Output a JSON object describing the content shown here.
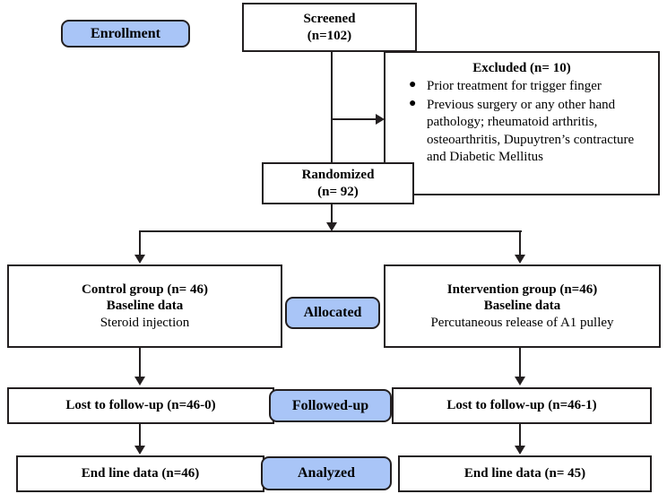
{
  "figure": {
    "type": "consort-flow-diagram",
    "colors": {
      "badge_fill": "#a9c5f7",
      "stroke": "#231f20",
      "box_fill": "#ffffff"
    }
  },
  "stages": {
    "enrollment": "Enrollment",
    "allocated": "Allocated",
    "followed_up": "Followed-up",
    "analyzed": "Analyzed"
  },
  "screened": {
    "title": "Screened",
    "count": "(n=102)"
  },
  "excluded": {
    "title": "Excluded (n= 10)",
    "items": [
      "Prior treatment for trigger finger",
      "Previous surgery or any other hand pathology; rheumatoid arthritis, osteoarthritis, Dupuytren’s contracture and Diabetic  Mellitus"
    ]
  },
  "randomized": {
    "title": "Randomized",
    "count": "(n= 92)"
  },
  "control_arm": {
    "title": "Control group (n= 46)",
    "subtitle": "Baseline data",
    "treatment": "Steroid injection",
    "lost_to_followup": "Lost to follow-up (n=46-0)",
    "end_line": "End line data (n=46)"
  },
  "intervention_arm": {
    "title": "Intervention group (n=46)",
    "subtitle": "Baseline data",
    "treatment": "Percutaneous release of A1 pulley",
    "lost_to_followup": "Lost to follow-up (n=46-1)",
    "end_line": "End line data (n= 45)"
  }
}
